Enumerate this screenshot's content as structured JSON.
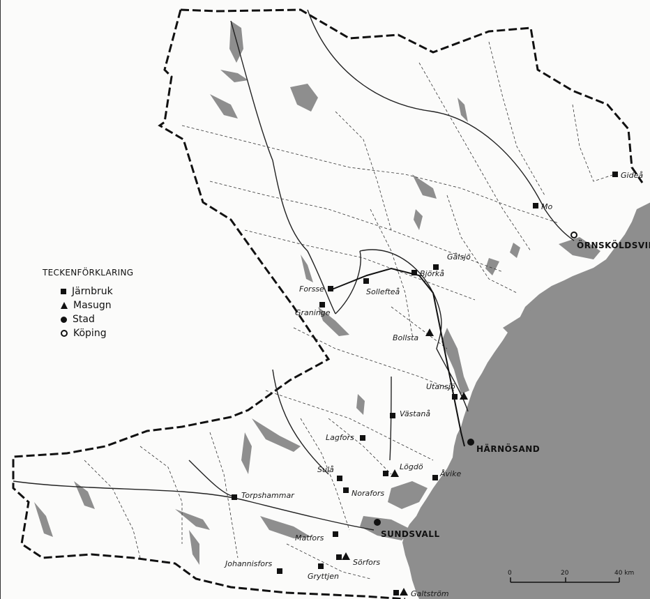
{
  "legend": {
    "title": "TECKENFÖRKLARING",
    "items": [
      {
        "symbol": "square",
        "label": "Järnbruk"
      },
      {
        "symbol": "triangle",
        "label": "Masugn"
      },
      {
        "symbol": "dot",
        "label": "Stad"
      },
      {
        "symbol": "ring",
        "label": "Köping"
      }
    ]
  },
  "places": {
    "gidea": "Gideå",
    "mo": "Mo",
    "ornskoldsvik": "ÖRNSKÖLDSVIK",
    "galsjo": "Gålsjö",
    "bjorka": "Björkå",
    "forsse": "Forsse",
    "solleftea": "Sollefteå",
    "graninge": "Graninge",
    "bollsta": "Bollsta",
    "utansjo": "Utansjö",
    "vastana": "Västanå",
    "lagfors": "Lagfors",
    "harnosand": "HÄRNÖSAND",
    "sula": "Sulå",
    "logdo": "Lögdö",
    "avike": "Åvike",
    "torpshammar": "Torpshammar",
    "norafors": "Norafors",
    "sundsvall": "SUNDSVALL",
    "matfors": "Matfors",
    "sorfors": "Sörfors",
    "johannisfors": "Johannisfors",
    "gryttjen": "Gryttjen",
    "galtstrom": "Galtström"
  },
  "scale": {
    "ticks": [
      "0",
      "20",
      "40 km"
    ]
  },
  "colors": {
    "sea": "#8e8e8e",
    "lake": "#8e8e8e",
    "land": "#fbfbfa",
    "lines": "#222222"
  }
}
